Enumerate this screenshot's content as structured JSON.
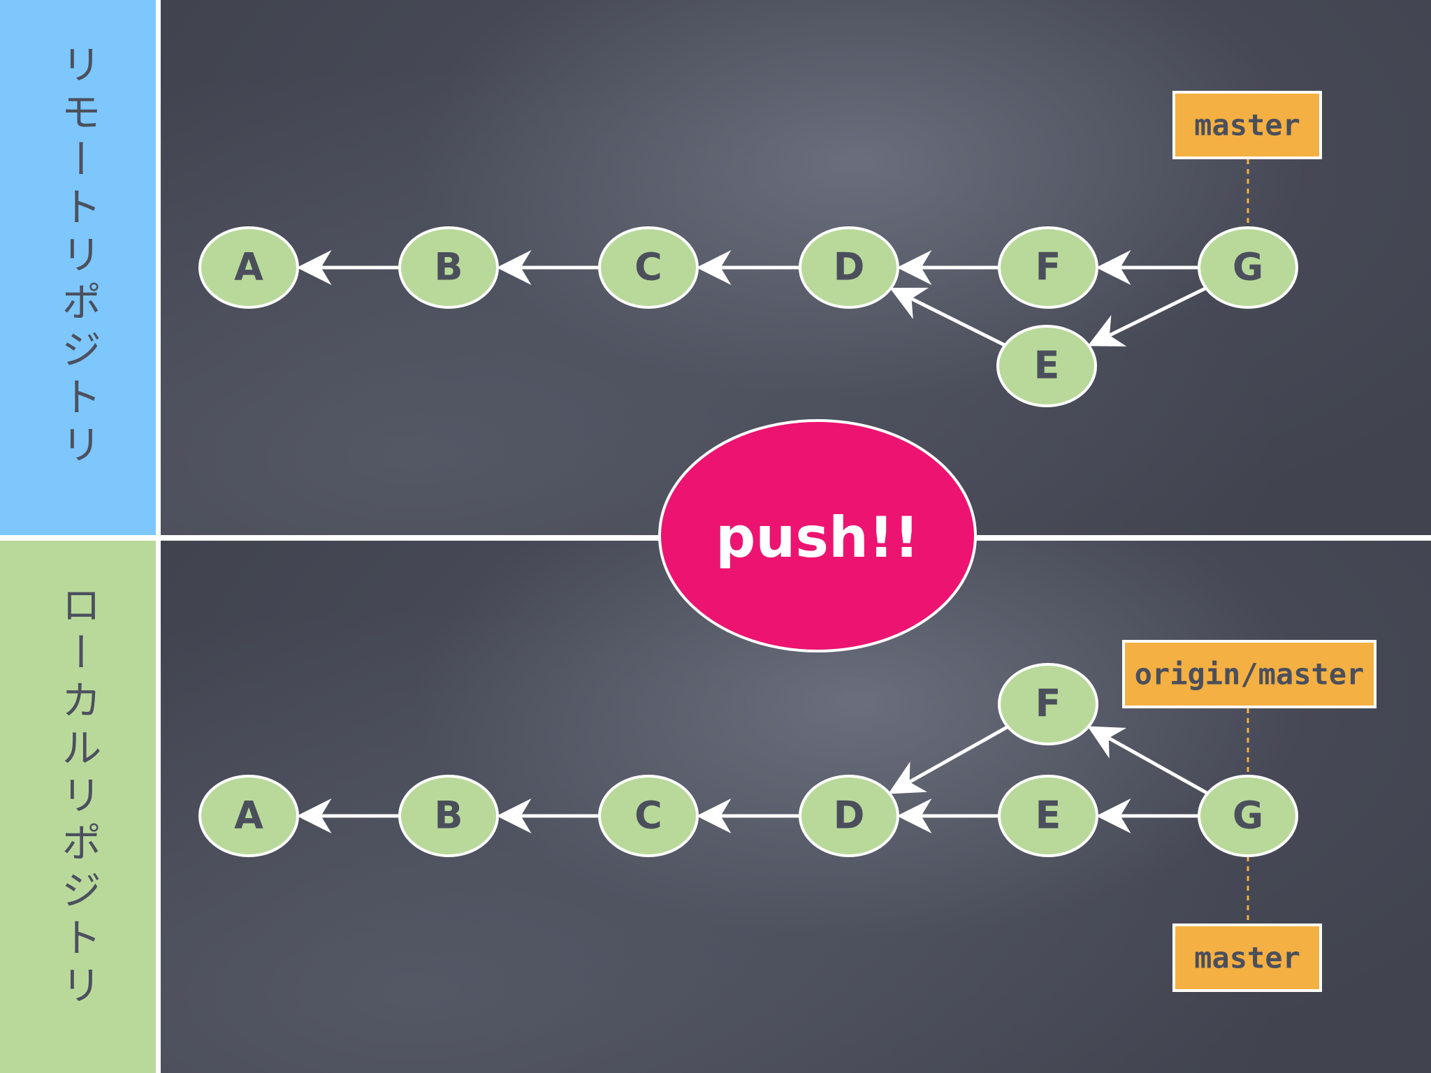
{
  "labels": {
    "remote_repository": "リモートリポジトリ",
    "local_repository": "ローカルリポジトリ",
    "push": "push!!"
  },
  "colors": {
    "remote_panel": "#7dc7fd",
    "local_panel": "#b9d99b",
    "commit_fill": "#b9d99b",
    "branch_fill": "#f4b042",
    "push_fill": "#ec1470",
    "board": "#41444f",
    "edge": "#ffffff"
  },
  "remote": {
    "commits": [
      "A",
      "B",
      "C",
      "D",
      "F",
      "E",
      "G"
    ],
    "edges": [
      [
        "B",
        "A"
      ],
      [
        "C",
        "B"
      ],
      [
        "D",
        "C"
      ],
      [
        "F",
        "D"
      ],
      [
        "E",
        "D"
      ],
      [
        "G",
        "F"
      ],
      [
        "G",
        "E"
      ]
    ],
    "branches": [
      {
        "label": "master",
        "target": "G"
      }
    ]
  },
  "local": {
    "commits": [
      "A",
      "B",
      "C",
      "D",
      "F",
      "E",
      "G"
    ],
    "edges": [
      [
        "B",
        "A"
      ],
      [
        "C",
        "B"
      ],
      [
        "D",
        "C"
      ],
      [
        "F",
        "D"
      ],
      [
        "E",
        "D"
      ],
      [
        "G",
        "F"
      ],
      [
        "G",
        "E"
      ]
    ],
    "branches": [
      {
        "label": "origin/master",
        "target": "G"
      },
      {
        "label": "master",
        "target": "G"
      }
    ]
  }
}
